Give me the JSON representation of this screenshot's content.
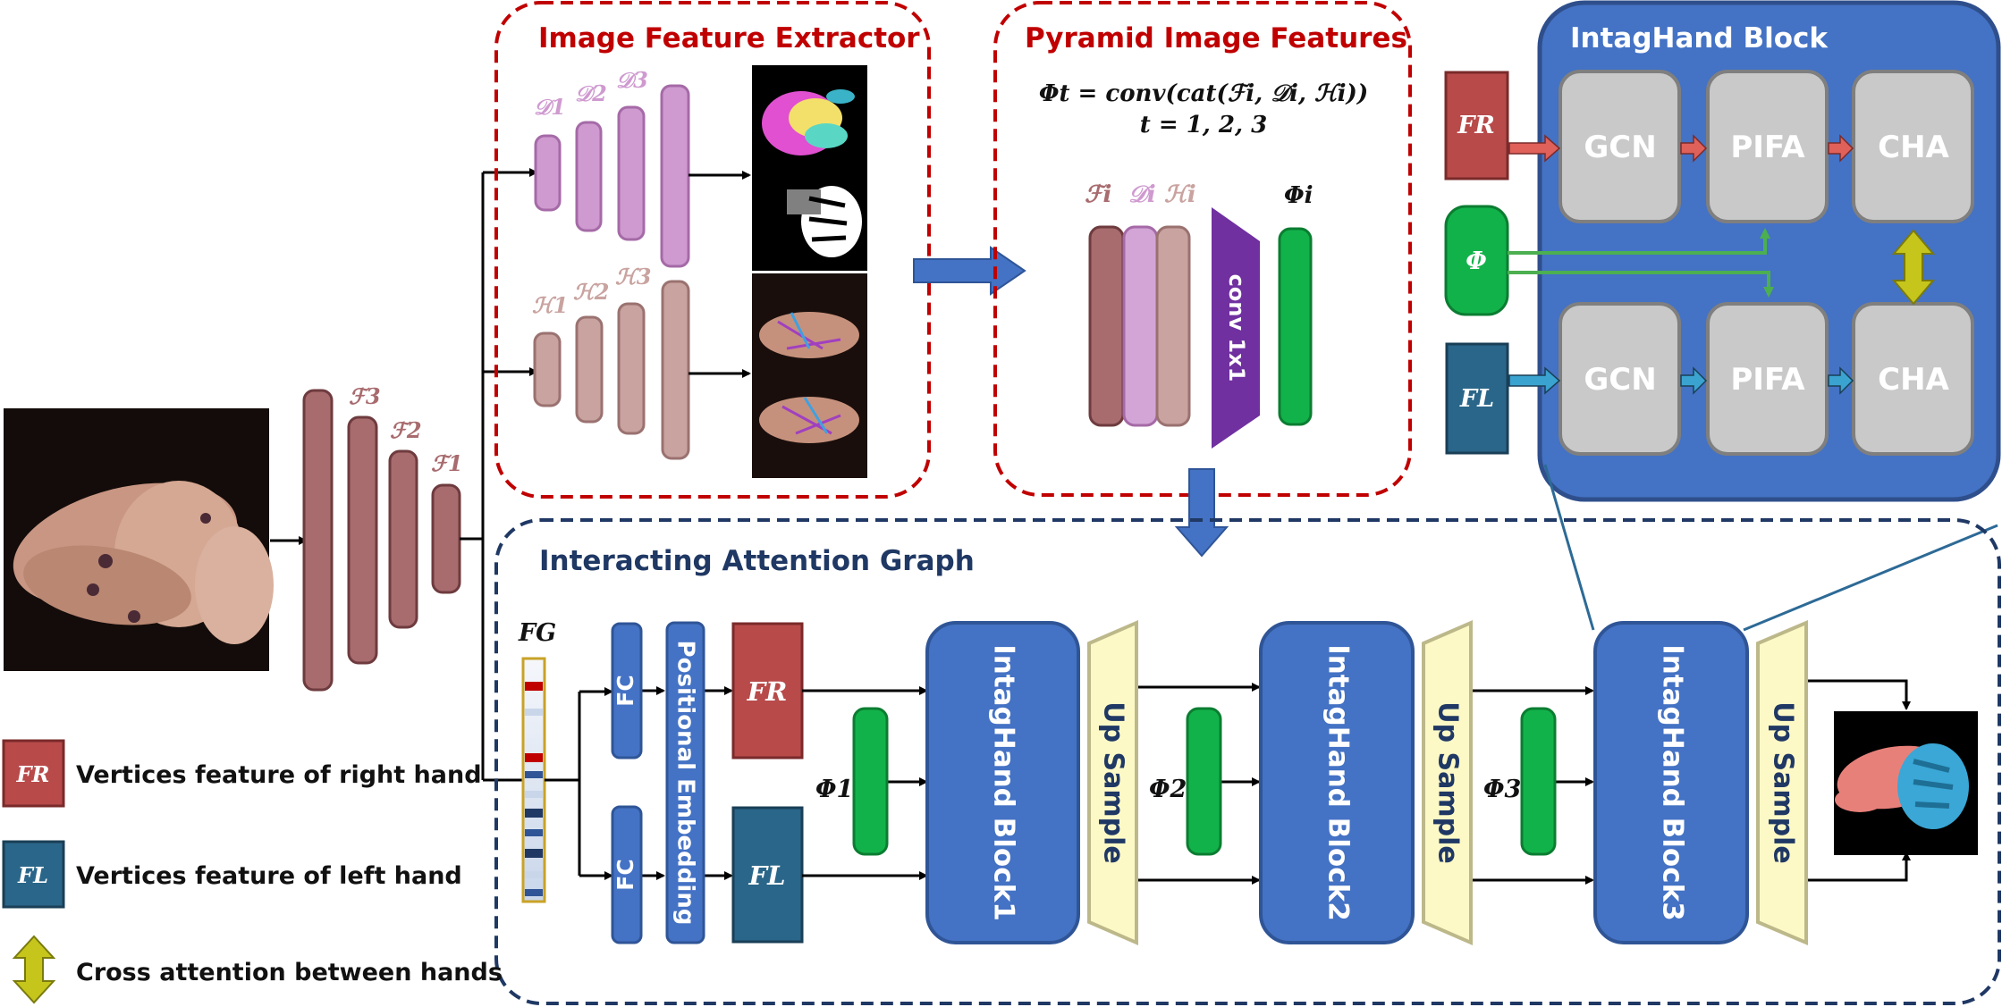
{
  "headers": {
    "image_feature_extractor": "Image Feature Extractor",
    "pyramid_image_features": "Pyramid Image Features",
    "intaghand_block": "IntagHand Block",
    "interacting_attention_graph": "Interacting Attention Graph"
  },
  "pyramid": {
    "formula_line1": "Φt = conv(cat(ℱi, 𝒟i, ℋi))",
    "formula_line2": "t = 1, 2, 3",
    "conv_label": "conv 1x1",
    "stack_labels": [
      "ℱi",
      "𝒟i",
      "ℋi"
    ],
    "phi_label": "Φi"
  },
  "backbone_labels": [
    "ℱ3",
    "ℱ2",
    "ℱ1"
  ],
  "extractor": {
    "d_labels": [
      "𝒟1",
      "𝒟2",
      "𝒟3"
    ],
    "h_labels": [
      "ℋ1",
      "ℋ2",
      "ℋ3"
    ]
  },
  "intag_block": {
    "fr_label": "FR",
    "fl_label": "FL",
    "phi_label": "Φ",
    "top_row": [
      "GCN",
      "PIFA",
      "CHA"
    ],
    "bottom_row": [
      "GCN",
      "PIFA",
      "CHA"
    ]
  },
  "graph": {
    "fg_label": "FG",
    "fc_top": "FC",
    "fc_bottom": "FC",
    "positional_embedding": "Positional Embedding",
    "fr_label": "FR",
    "fl_label": "FL",
    "blocks": [
      "IntagHand Block1",
      "IntagHand Block2",
      "IntagHand Block3"
    ],
    "phi_labels": [
      "Φ1",
      "Φ2",
      "Φ3"
    ],
    "upsample": [
      "Up Sample",
      "Up Sample",
      "Up Sample"
    ]
  },
  "legend": {
    "fr_badge": "FR",
    "fl_badge": "FL",
    "right_hand": "Vertices feature of right hand",
    "left_hand": "Vertices feature of left hand",
    "cross_attention": "Cross attention between hands"
  },
  "colors": {
    "red_dash": "#c00000",
    "navy_dash": "#1f3864",
    "block_blue": "#4472c4",
    "backbone": "#a86b6e",
    "fr_red": "#b84a4a",
    "fl_teal": "#2a6689",
    "phi_green": "#12b24a",
    "upsample_yellow": "#fdf9c6",
    "conv_purple": "#7030a0"
  }
}
